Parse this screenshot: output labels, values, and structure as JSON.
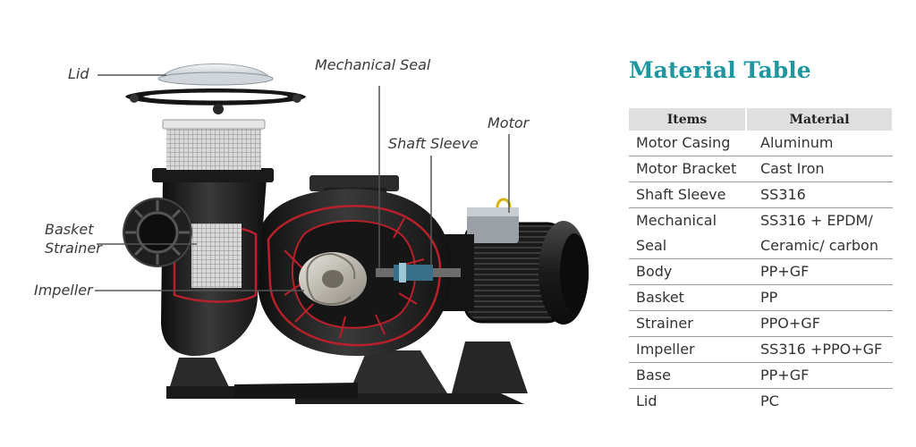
{
  "labels": {
    "lid": "Lid",
    "mechanical_seal": "Mechanical Seal",
    "motor": "Motor",
    "shaft_sleeve": "Shaft Sleeve",
    "basket_line1": "Basket",
    "basket_line2": "Strainer",
    "impeller": "Impeller"
  },
  "table": {
    "title": "Material Table",
    "headers": {
      "items": "Items",
      "material": "Material"
    },
    "rows": [
      {
        "item": "Motor Casing",
        "material": "Aluminum"
      },
      {
        "item": "Motor Bracket",
        "material": "Cast Iron"
      },
      {
        "item": "Shaft Sleeve",
        "material": "SS316"
      },
      {
        "item": "Mechanical",
        "material": "SS316 + EPDM/"
      },
      {
        "item": "Seal",
        "material": "Ceramic/ carbon"
      },
      {
        "item": "Body",
        "material": "PP+GF"
      },
      {
        "item": "Basket",
        "material": "PP"
      },
      {
        "item": "Strainer",
        "material": "PPO+GF"
      },
      {
        "item": "Impeller",
        "material": "SS316 +PPO+GF"
      },
      {
        "item": "Base",
        "material": "PP+GF"
      },
      {
        "item": "Lid",
        "material": "PC"
      }
    ]
  },
  "colors": {
    "title": "#1e97a0",
    "header_bg": "#dfdfdf",
    "pump_body": "#1c1c1c",
    "cutaway_outline": "#b8202a",
    "leader_line": "#555555"
  }
}
